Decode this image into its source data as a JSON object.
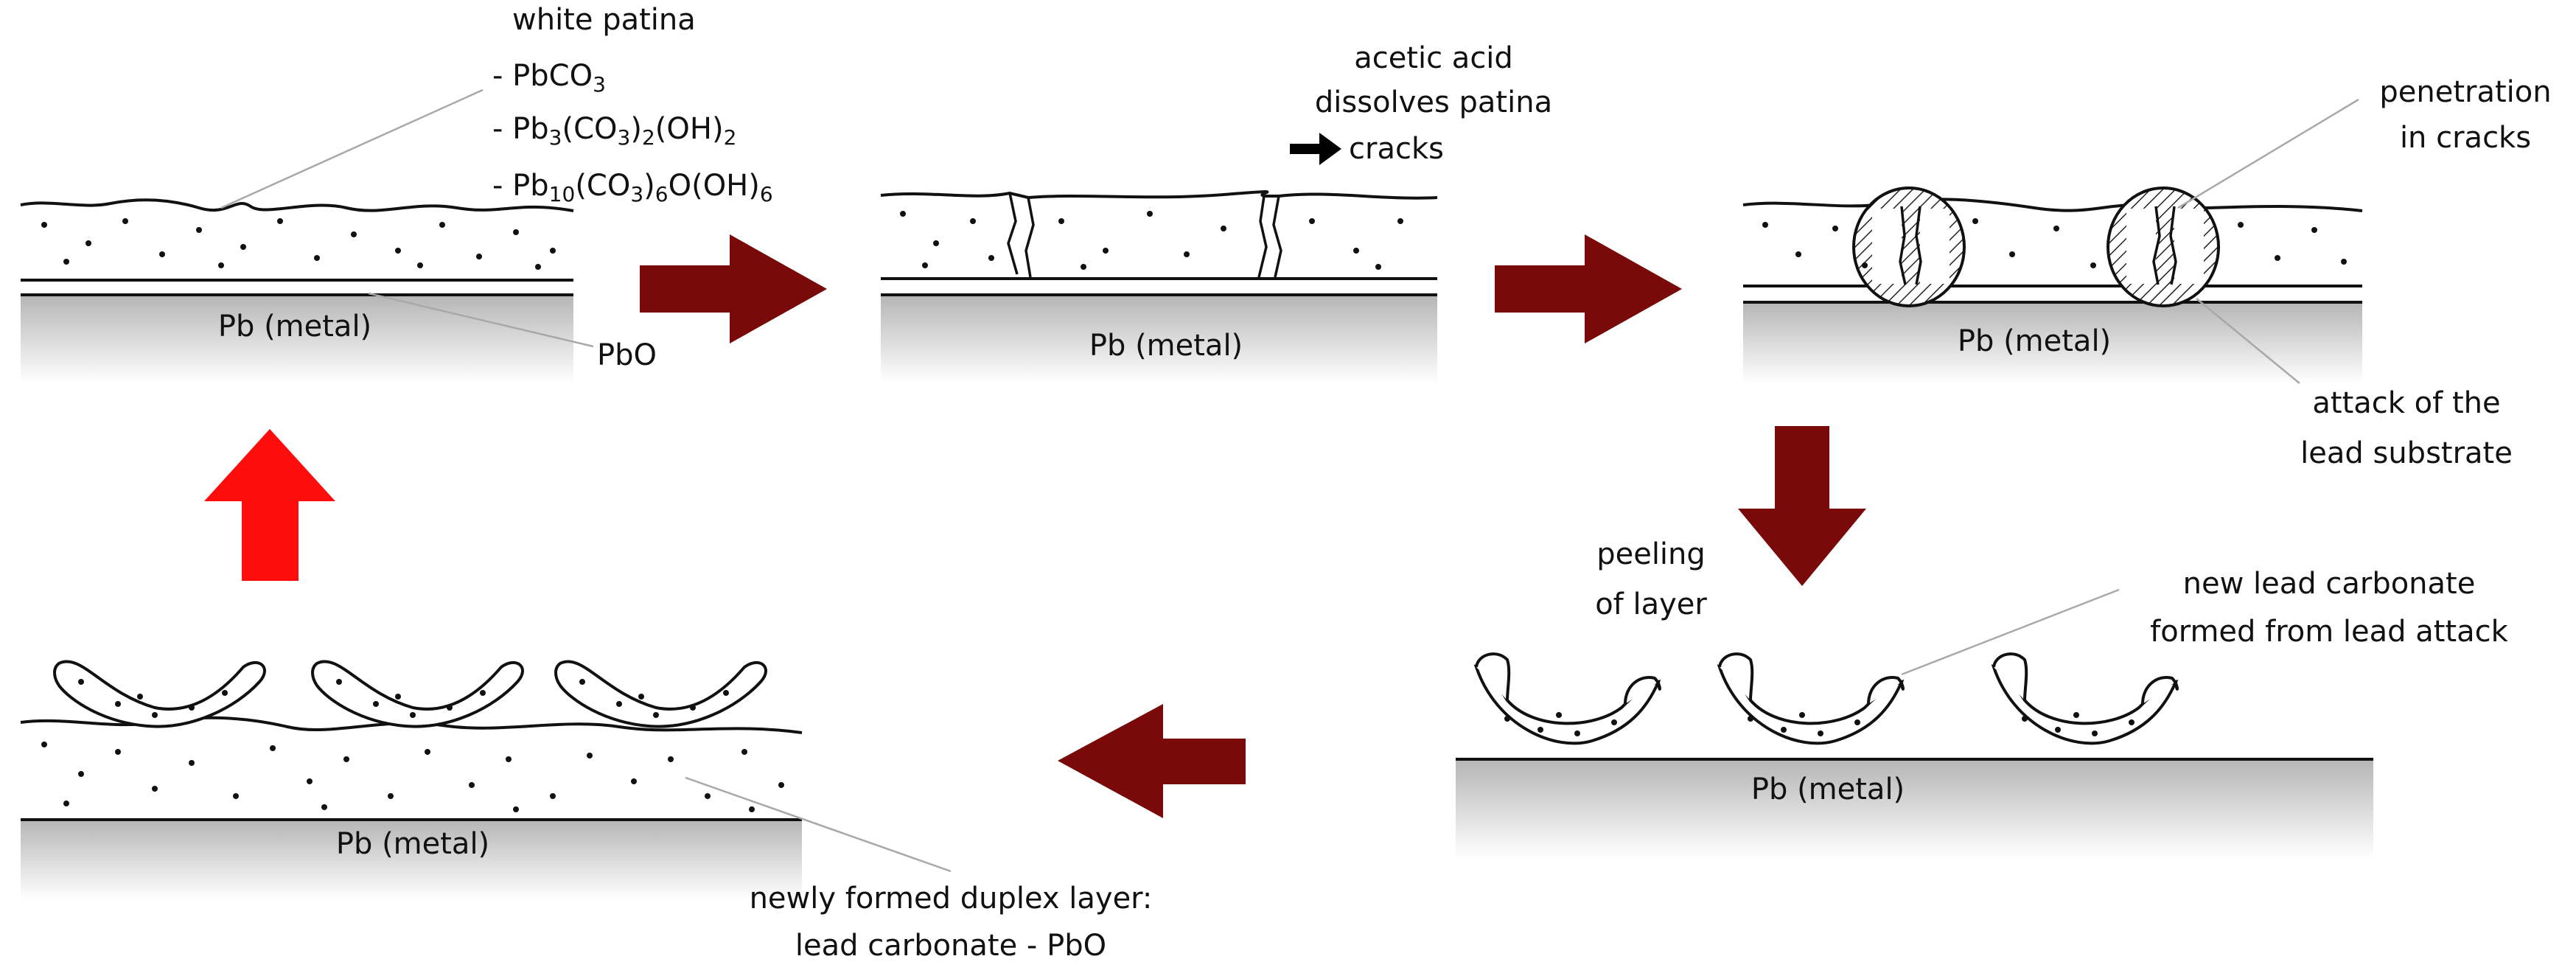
{
  "labels": {
    "white_patina": "white patina",
    "pbco3_prefix": "- PbCO",
    "pbco3_sub": "3",
    "f2_a": "- Pb",
    "f2_b": "3",
    "f2_c": "(CO",
    "f2_d": "3",
    "f2_e": ")",
    "f2_f": "2",
    "f2_g": "(OH)",
    "f2_h": "2",
    "f3_a": "- Pb",
    "f3_b": "10",
    "f3_c": "(CO",
    "f3_d": "3",
    "f3_e": ")",
    "f3_f": "6",
    "f3_g": "O(OH)",
    "f3_h": "6",
    "pbo": "PbO",
    "pb_metal": "Pb (metal)",
    "acetic_line1": "acetic acid",
    "acetic_line2": "dissolves patina",
    "cracks": "cracks",
    "penetration_line1": "penetration",
    "penetration_line2": "in cracks",
    "attack_line1": "attack of the",
    "attack_line2": "lead substrate",
    "peeling_line1": "peeling",
    "peeling_line2": "of layer",
    "newcarb_line1": "new lead carbonate",
    "newcarb_line2": "formed from lead attack",
    "duplex_line1": "newly formed duplex layer:",
    "duplex_line2": "lead carbonate - PbO"
  },
  "colors": {
    "arrow_dark": "#7a0a0a",
    "arrow_red": "#ff0d0d",
    "metal_top": "#bdbdbd",
    "metal_bottom": "#ffffff",
    "line": "#111111",
    "leader": "#a8a8a8"
  }
}
